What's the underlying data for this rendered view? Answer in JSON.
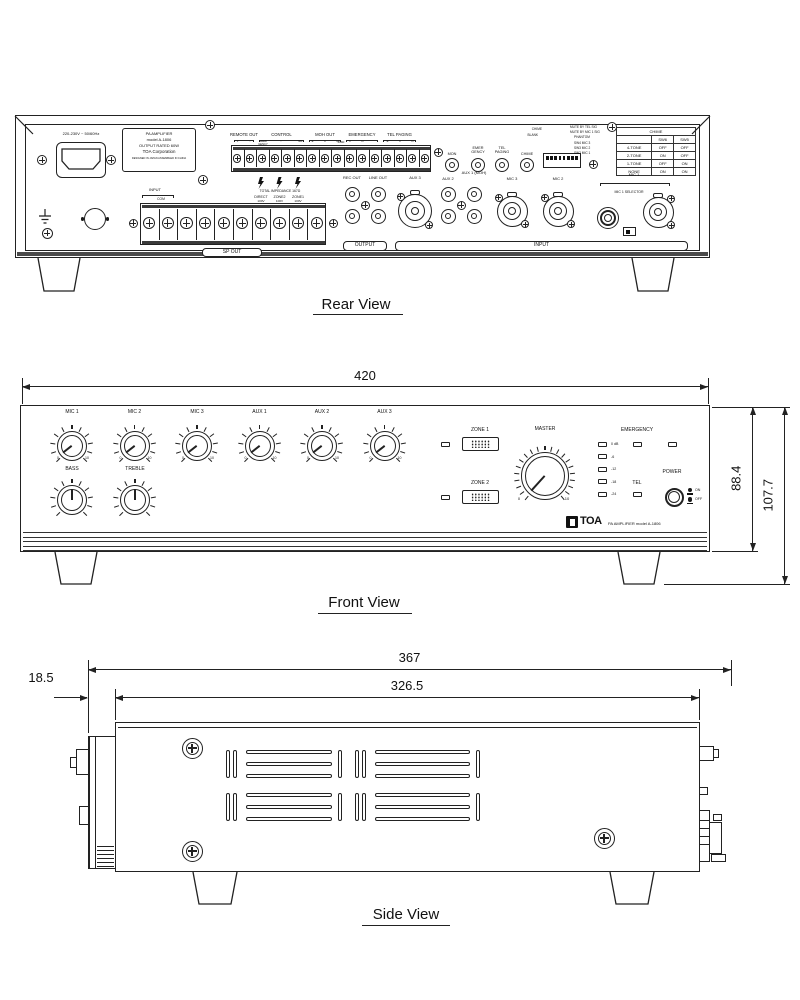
{
  "views": {
    "rear": "Rear View",
    "front": "Front View",
    "side": "Side View"
  },
  "rear": {
    "power_label": "220-230V ~ 50/60Hz",
    "rating_label": [
      "PA AMPLIFIER",
      "model A-1806",
      "OUTPUT RATED 60W",
      "TOA Corporation",
      "DESIGNED IN JAPAN  ASSEMBLED IN CHINA"
    ],
    "strip_groups": [
      {
        "label": "REMOTE OUT",
        "subs": [
          "+",
          "-"
        ]
      },
      {
        "label": "CONTROL",
        "subs": [
          "EMER GENCY",
          "-",
          "TEL"
        ]
      },
      {
        "label": "MOH OUT",
        "subs": [
          "E",
          "C",
          "H"
        ],
        "note": "600Ω"
      },
      {
        "label": "EMERGENCY",
        "subs": [
          "C",
          "H"
        ]
      },
      {
        "label": "TEL PAGING",
        "subs": [
          "E",
          "C",
          "H"
        ]
      }
    ],
    "impedance_note": "TOTAL IMPEDANCE 167Ω",
    "zone_taps": [
      {
        "label": "DIRECT",
        "volt": "100V"
      },
      {
        "label": "ZONE2",
        "volt": "100V"
      },
      {
        "label": "ZONE1",
        "volt": "100V"
      }
    ],
    "input_label": "INPUT",
    "com_label": "COM",
    "sp_out_label": "SP OUT",
    "jack_row": [
      "MON",
      "EMER GENCY",
      "TEL PAGING",
      "CHIME"
    ],
    "output_jacks": [
      "REC OUT",
      "LINE OUT"
    ],
    "input_jacks": [
      "AUX 3",
      "AUX 2",
      "AUX 1 (MOH)",
      "MIC 3",
      "MIC 2",
      "MIC 1"
    ],
    "mic1_selector": "MIC 1 SELECTOR",
    "output_group": "OUTPUT",
    "input_group": "INPUT",
    "dip_labels_left": [
      "CHIME",
      "BLANK"
    ],
    "dip_labels_right": [
      "MUTE BY TEL SIG",
      "MUTE BY MIC 1 SIG",
      "PHANTOM"
    ],
    "dip_mic_rows": [
      "SW4  MIC 3",
      "SW3  MIC 2",
      "SW2  MIC 1"
    ],
    "chime_table": {
      "title": "CHIME",
      "columns": [
        "",
        "SW6",
        "SW5"
      ],
      "rows": [
        [
          "4-TONE",
          "OFF",
          "OFF"
        ],
        [
          "2-TONE",
          "ON",
          "OFF"
        ],
        [
          "1-TONE",
          "OFF",
          "ON"
        ],
        [
          "NONE",
          "ON",
          "ON"
        ]
      ]
    }
  },
  "front": {
    "dim_width": "420",
    "dim_height_panel": "88.4",
    "dim_height_total": "107.7",
    "knobs_row1": [
      "MIC 1",
      "MIC 2",
      "MIC 3",
      "AUX 1",
      "AUX 2",
      "AUX 3"
    ],
    "knobs_row2": [
      "BASS",
      "TREBLE"
    ],
    "knob_min": "0",
    "knob_max": "10",
    "zone_buttons": [
      "ZONE 1",
      "ZONE 2"
    ],
    "master_label": "MASTER",
    "meter_labels": [
      "0 dB",
      "-6",
      "-12",
      "-18",
      "-24"
    ],
    "emergency_label": "EMERGENCY",
    "tel_label": "TEL",
    "power_label": "POWER",
    "power_on": "ON",
    "power_off": "OFF",
    "brand": "TOA",
    "model_text": "PA AMPLIFIER model A-1806"
  },
  "side": {
    "dim_total": "367",
    "dim_body": "326.5",
    "dim_front": "18.5"
  }
}
